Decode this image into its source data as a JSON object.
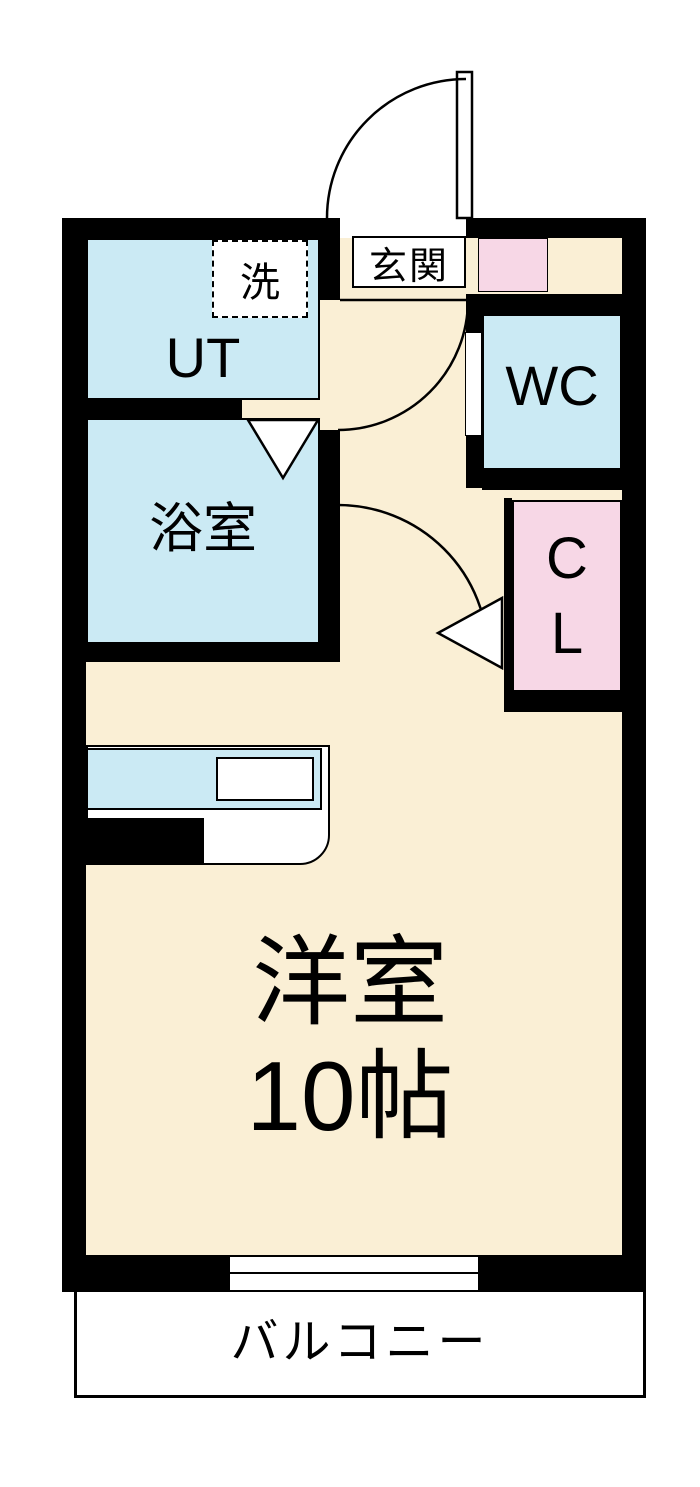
{
  "floorplan": {
    "rooms": {
      "genkan": {
        "label": "玄関"
      },
      "wash": {
        "label": "洗"
      },
      "ut": {
        "label": "UT"
      },
      "bath": {
        "label": "浴室"
      },
      "wc": {
        "label": "WC"
      },
      "cl": {
        "label": "C\nL"
      },
      "main": {
        "label": "洋室\n10帖"
      },
      "balcony": {
        "label": "バルコニー"
      }
    },
    "colors": {
      "floor_cream": "#FAEFD5",
      "water_blue": "#CBEAF4",
      "closet_pink": "#F7D7E6",
      "wall_black": "#000000"
    }
  }
}
